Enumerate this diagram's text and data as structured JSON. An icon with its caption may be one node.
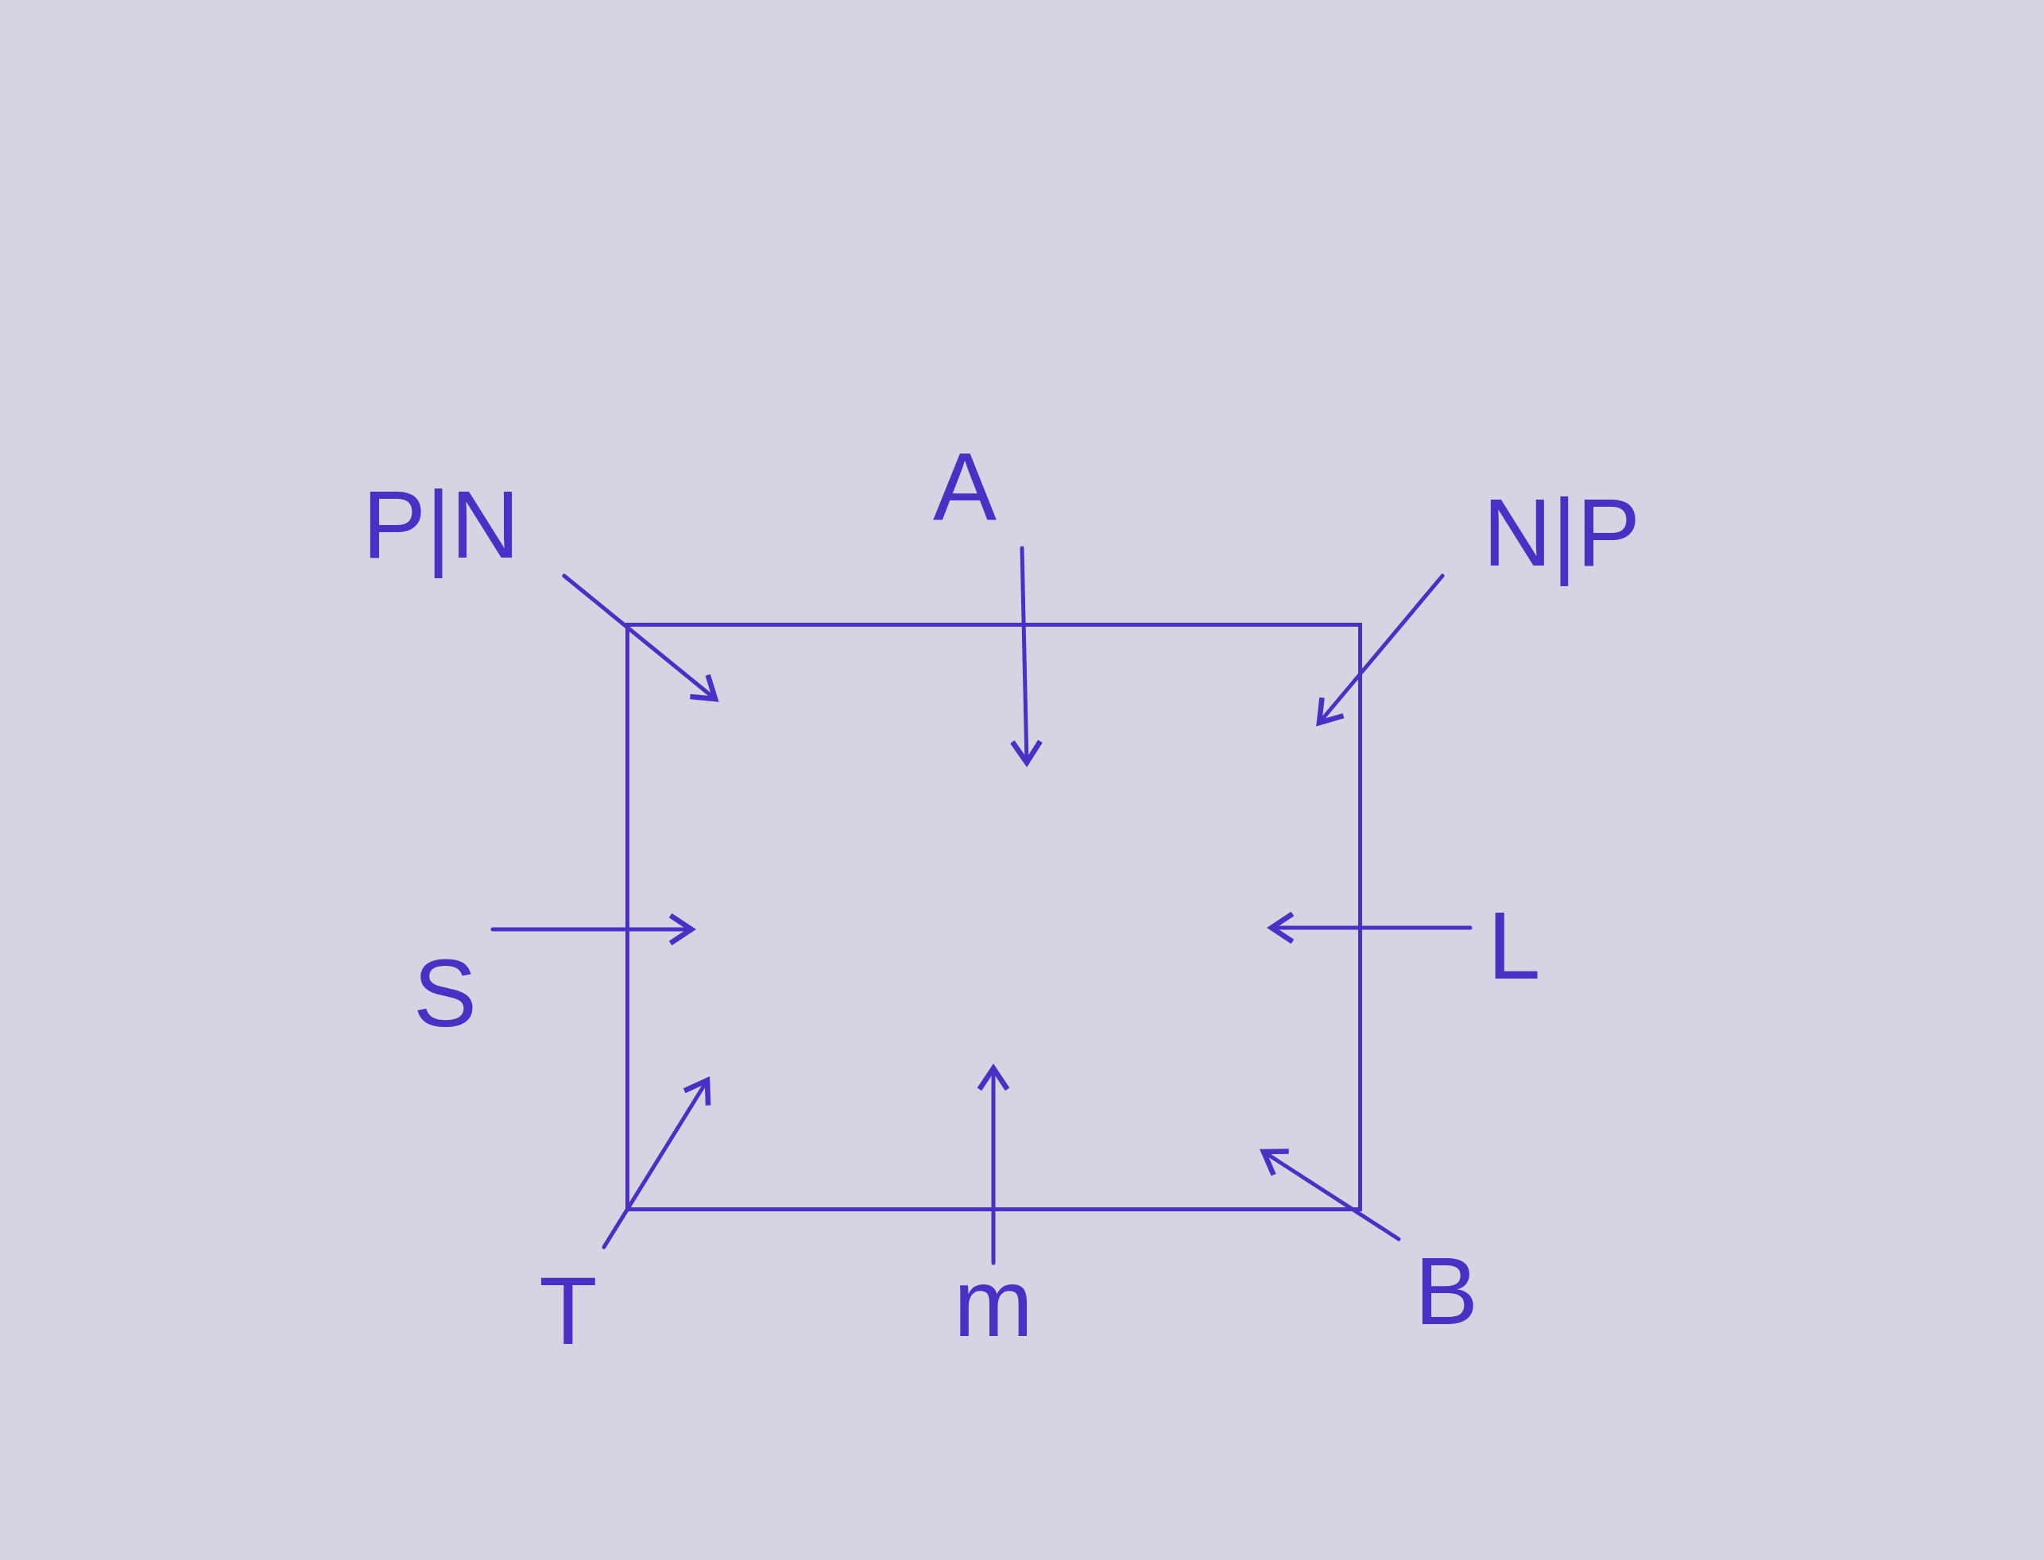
{
  "diagram": {
    "nodes": [
      {
        "text": [],
        "shape": "box"
      },
      {
        "text": [
          "P|N"
        ]
      },
      {
        "text": [
          "A"
        ]
      },
      {
        "text": [
          "N|P"
        ]
      },
      {
        "text": [
          "S"
        ]
      },
      {
        "text": [
          "L"
        ]
      },
      {
        "text": [
          "T"
        ]
      },
      {
        "text": [
          "m"
        ]
      },
      {
        "text": [
          "B"
        ]
      }
    ],
    "edges": [
      {
        "from": 1,
        "to": 0,
        "arrow": "to"
      },
      {
        "from": 2,
        "to": 0,
        "arrow": "to"
      },
      {
        "from": 3,
        "to": 0,
        "arrow": "to"
      },
      {
        "from": 4,
        "to": 0,
        "arrow": "to"
      },
      {
        "from": 5,
        "to": 0,
        "arrow": "to"
      },
      {
        "from": 6,
        "to": 0,
        "arrow": "to"
      },
      {
        "from": 7,
        "to": 0,
        "arrow": "to"
      },
      {
        "from": 8,
        "to": 0,
        "arrow": "to"
      }
    ]
  }
}
